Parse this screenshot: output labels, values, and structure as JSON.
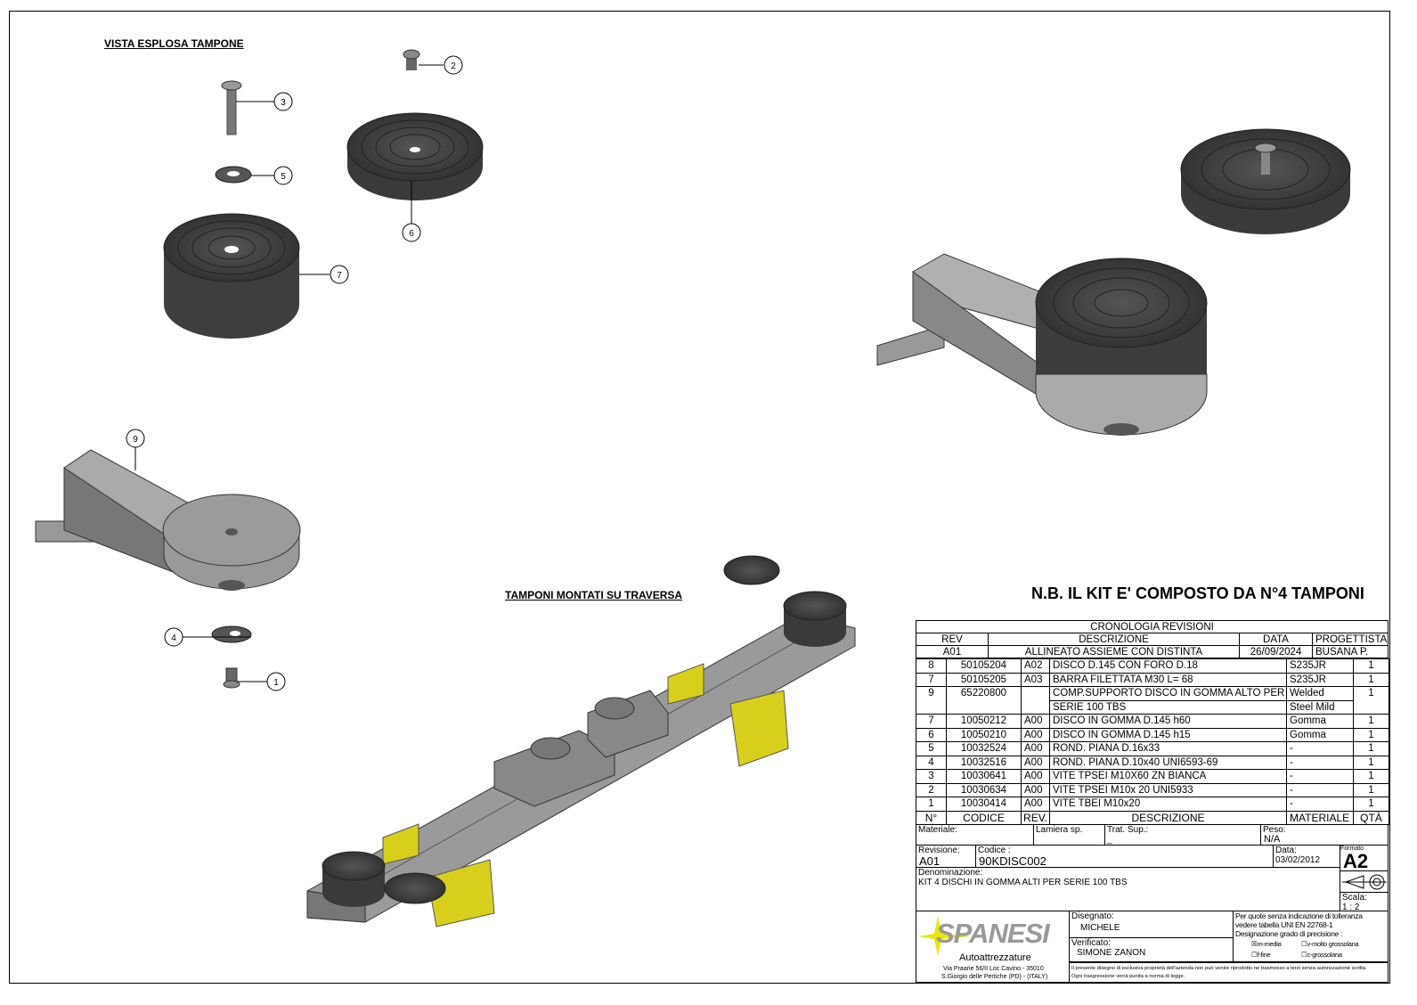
{
  "titles": {
    "exploded": "VISTA ESPLOSA TAMPONE",
    "mounted": "TAMPONI MONTATI SU TRAVERSA",
    "note": "N.B. IL KIT E' COMPOSTO DA N°4 TAMPONI"
  },
  "balloons": [
    "1",
    "2",
    "3",
    "4",
    "5",
    "6",
    "7",
    "9"
  ],
  "revisions": {
    "title": "CRONOLOGIA REVISIONI",
    "headers": [
      "REV",
      "DESCRIZIONE",
      "DATA",
      "PROGETTISTA"
    ],
    "rows": [
      [
        "A01",
        "ALLINEATO ASSIEME CON DISTINTA",
        "26/09/2024",
        "BUSANA P."
      ]
    ]
  },
  "bom": {
    "headers": [
      "N°",
      "CODICE",
      "REV.",
      "DESCRIZIONE",
      "MATERIALE",
      "QTÀ"
    ],
    "rows": [
      [
        "8",
        "50105204",
        "A02",
        "DISCO D.145 CON FORO D.18",
        "S235JR",
        "1"
      ],
      [
        "7",
        "50105205",
        "A03",
        "BARRA FILETTATA M30 L= 68",
        "S235JR",
        "1"
      ],
      [
        "9",
        "65220800",
        "",
        "COMP.SUPPORTO DISCO IN GOMMA ALTO PER",
        "Welded",
        "1"
      ],
      [
        "",
        "",
        "",
        "SERIE 100 TBS",
        "Steel Mild",
        ""
      ],
      [
        "7",
        "10050212",
        "A00",
        "DISCO IN GOMMA D.145 h60",
        "Gomma",
        "1"
      ],
      [
        "6",
        "10050210",
        "A00",
        "DISCO IN GOMMA D.145 h15",
        "Gomma",
        "1"
      ],
      [
        "5",
        "10032524",
        "A00",
        "ROND. PIANA D.16x33",
        "-",
        "1"
      ],
      [
        "4",
        "10032516",
        "A00",
        "ROND. PIANA D.10x40 UNI6593-69",
        "-",
        "1"
      ],
      [
        "3",
        "10030641",
        "A00",
        "VITE TPSEI M10X60 ZN BIANCA",
        "-",
        "1"
      ],
      [
        "2",
        "10030634",
        "A00",
        "VITE TPSEI M10x 20 UNI5933",
        "-",
        "1"
      ],
      [
        "1",
        "10030414",
        "A00",
        "VITE TBEI M10x20",
        "-",
        "1"
      ]
    ]
  },
  "titleblock": {
    "materiale_label": "Materiale:",
    "lamiera_label": "Lamiera sp.",
    "trat_label": "Trat. Sup.:",
    "trat_value": "_",
    "peso_label": "Peso:",
    "peso_value": "N/A",
    "revisione_label": "Revisione:",
    "revisione_value": "A01",
    "codice_label": "Codice :",
    "codice_value": "90KDISC002",
    "data_label": "Data:",
    "data_value": "03/02/2012",
    "formato_label": "Formato",
    "formato_value": "A2",
    "denominazione_label": "Denominazione:",
    "denominazione_value": "KIT 4 DISCHI IN GOMMA ALTI PER SERIE 100 TBS",
    "scala_label": "Scala:",
    "scala_value": "1 : 2",
    "disegnato_label": "Disegnato:",
    "disegnato_value": "MICHELE",
    "verificato_label": "Verificato:",
    "verificato_value": "SIMONE ZANON",
    "tol1": "Per quote senza indicazione di tolleranza",
    "tol2": "vedere tabella UNI EN 22768-1",
    "tol3": "Designazione grado di precisione :",
    "opt_m": "m-media",
    "opt_f": "f-fine",
    "opt_v": "v-molto grossolana",
    "opt_c": "c-grossolana",
    "company": "SPANESI",
    "company_sub": "Autoattrezzature",
    "address1": "Via Praarie 56/II  Loc.Cavino - 35010",
    "address2": "S.Giorgio delle Pertiche (PD) - (ITALY)",
    "legal1": "Il presente disegno di esclusiva proprietà dell'azienda non può venire riprodotto ne trasmesso a terzi senza autorizzazione scritta.",
    "legal2": "Ogni trasgressione verrà punita a norma di legge."
  },
  "colors": {
    "rubber": "#4a4a4a",
    "steel": "#a8a8a8",
    "yellow": "#d8cf1c",
    "logo": "#e8e800"
  }
}
